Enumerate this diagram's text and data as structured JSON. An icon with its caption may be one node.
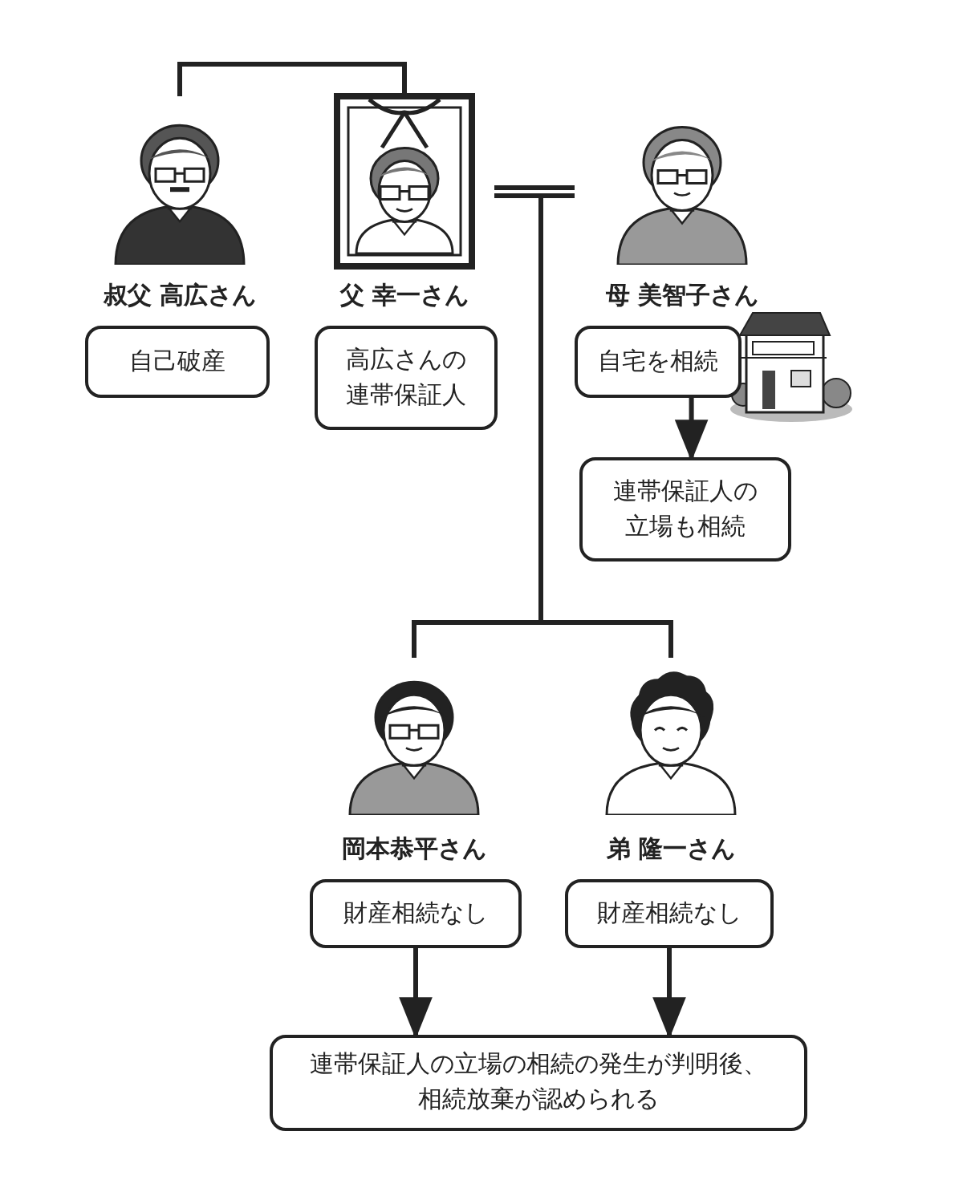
{
  "diagram": {
    "nodes": [
      {
        "text": [],
        "shape": "person",
        "beside": [
          "叔父 高広さん"
        ]
      },
      {
        "text": [],
        "shape": "person",
        "beside": [
          "父 幸一さん"
        ]
      },
      {
        "text": [],
        "shape": "person",
        "beside": [
          "母 美智子さん"
        ]
      },
      {
        "text": [
          "自己破産"
        ]
      },
      {
        "text": [
          "高広さんの連帯保証人"
        ]
      },
      {
        "text": [
          "自宅を相続"
        ]
      },
      {
        "text": [
          "連帯保証人の立場も相続"
        ]
      },
      {
        "text": [],
        "shape": "person",
        "beside": [
          "岡本恭平さん"
        ]
      },
      {
        "text": [],
        "shape": "person",
        "beside": [
          "弟 隆一さん"
        ]
      },
      {
        "text": [
          "財産相続なし"
        ]
      },
      {
        "text": [
          "財産相続なし"
        ]
      },
      {
        "text": [
          "連帯保証人の立場の相続の発生が判明後、相続放棄が認められる"
        ]
      }
    ],
    "edges": [
      {
        "from": 0,
        "to": 1,
        "arrow": "none"
      },
      {
        "from": 1,
        "to": 2,
        "arrow": "none"
      },
      {
        "from": null,
        "to": 7,
        "arrow": "none"
      },
      {
        "from": null,
        "to": 8,
        "arrow": "none"
      },
      {
        "from": 5,
        "to": 6,
        "arrow": "to"
      },
      {
        "from": 9,
        "to": 11,
        "arrow": "to"
      },
      {
        "from": 10,
        "to": 11,
        "arrow": "to"
      }
    ]
  }
}
